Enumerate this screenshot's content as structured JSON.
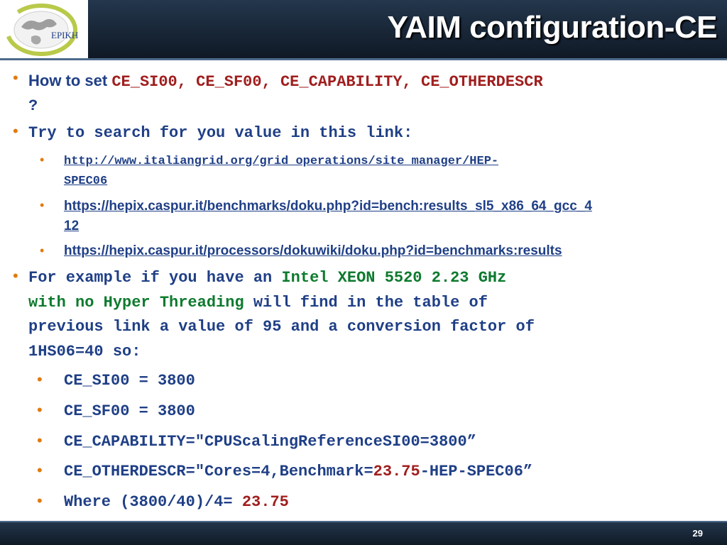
{
  "slide": {
    "title": "YAIM configuration-CE",
    "logo_text": "EPIKH",
    "page_number": "29"
  },
  "bullets": {
    "b1": {
      "prefix": "How to set ",
      "code": "CE_SI00, CE_SF00, CE_CAPABILITY, CE_OTHERDESCR",
      "suffix": "?"
    },
    "b2": {
      "text": "Try to search for you value in this link:"
    },
    "links": [
      "http://www.italiangrid.org/grid_operations/site_manager/HEP-",
      "SPEC06",
      "https://hepix.caspur.it/benchmarks/doku.php?id=bench:results_sl5_x86_64_gcc_4",
      "12",
      "https://hepix.caspur.it/processors/dokuwiki/doku.php?id=benchmarks:results"
    ],
    "b3": {
      "part1": "For example if you have an ",
      "highlight1": "Intel XEON 5520 2.23 GHz",
      "highlight2": "with no Hyper Threading",
      "part2": " will find in the table of",
      "line3": "previous link a value of 95 and a conversion factor of",
      "line4": "1HS06=40 so:"
    },
    "sub": {
      "si00": "CE_SI00 = 3800",
      "sf00": "CE_SF00 = 3800",
      "capability": "CE_CAPABILITY=\"CPUScalingReferenceSI00=3800”",
      "otherdescr_pre": "CE_OTHERDESCR=\"Cores=4,Benchmark=",
      "otherdescr_val": "23.75",
      "otherdescr_post": "-HEP-SPEC06”",
      "where_pre": "Where (3800/40)/4= ",
      "where_val": "23.75"
    }
  },
  "colors": {
    "header_bg": "#1b2a3c",
    "bullet": "#e07b0f",
    "text_blue": "#1f3f86",
    "code_red": "#a01e1e",
    "highlight_green": "#0d7a2e"
  }
}
